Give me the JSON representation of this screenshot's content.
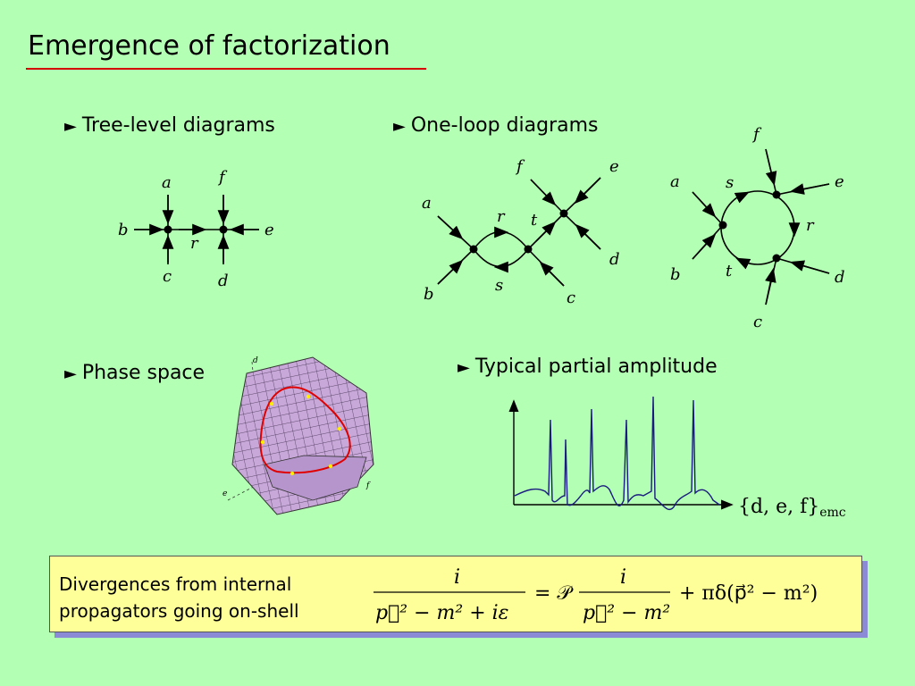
{
  "title": "Emergence of factorization",
  "bullets": {
    "tree": "Tree-level diagrams",
    "loop": "One-loop diagrams",
    "phase": "Phase space",
    "typical": "Typical partial amplitude"
  },
  "bullet_marker": "►",
  "tree_diagram": {
    "labels": [
      "a",
      "f",
      "b",
      "e",
      "r",
      "c",
      "d"
    ]
  },
  "loop_diagram_1": {
    "labels": [
      "f",
      "e",
      "a",
      "r",
      "t",
      "d",
      "b",
      "s",
      "c"
    ]
  },
  "loop_diagram_2": {
    "labels": [
      "f",
      "a",
      "s",
      "e",
      "r",
      "b",
      "t",
      "d",
      "c"
    ]
  },
  "phase_space": {
    "axis_labels": [
      "d",
      "e",
      "f"
    ]
  },
  "amplitude_plot": {
    "x_axis_label": "{d, e, f}",
    "x_axis_subscript": "emc"
  },
  "callout": {
    "line1": "Divergences from internal",
    "line2": "propagators going on-shell",
    "formula": "i / (p⃗² − m² + iε) = 𝒫 i / (p⃗² − m²) + πδ(p⃗² − m²)"
  },
  "colors": {
    "background": "#b3ffb3",
    "title_rule": "#d40000",
    "callout_bg": "#ffff99",
    "callout_shadow": "#8a8ad6",
    "plot_line": "#1a1a80",
    "phase_surface": "#c8a8d8",
    "phase_curve": "#e00000"
  }
}
